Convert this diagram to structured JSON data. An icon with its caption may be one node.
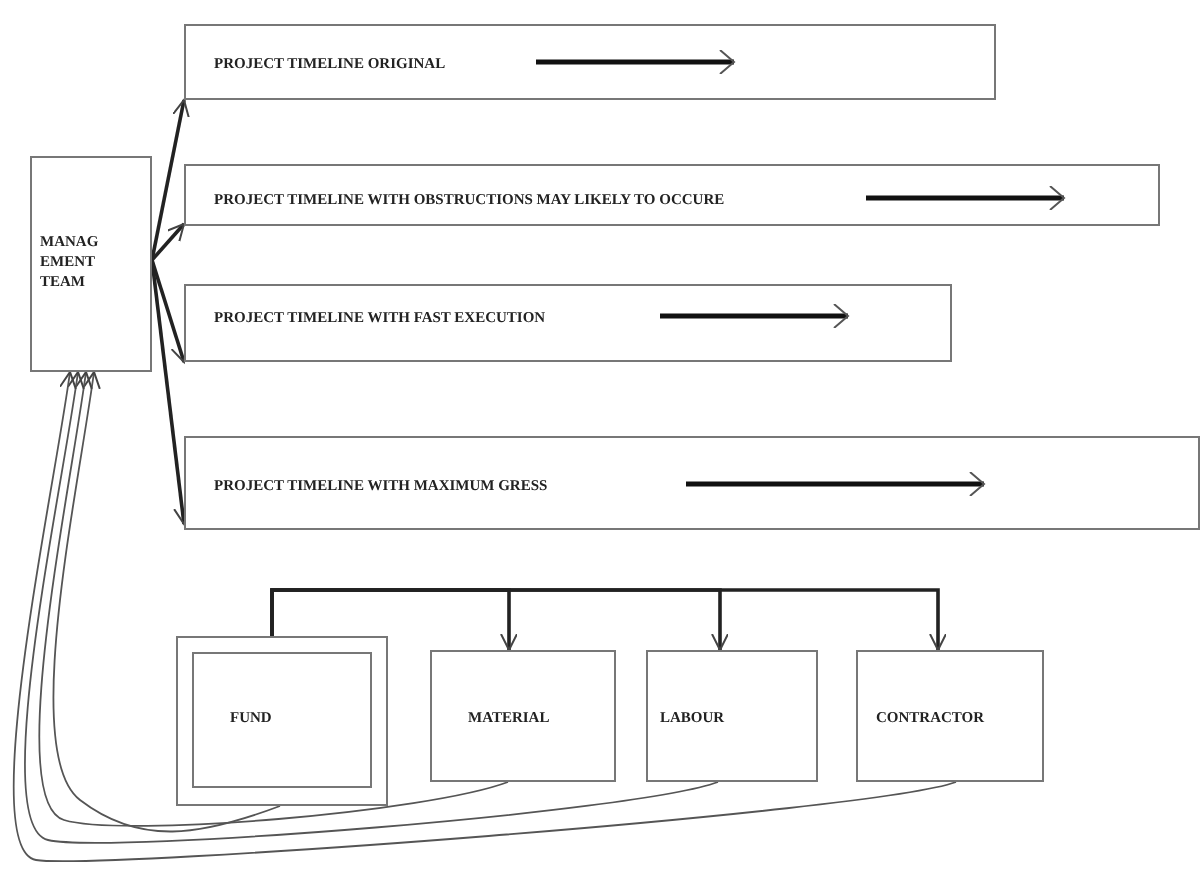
{
  "diagram": {
    "nodes": [
      {
        "text": [
          "MANAG EMENT TEAM"
        ]
      },
      {
        "text": [
          "PROJECT TIMELINE ORIGINAL"
        ]
      },
      {
        "text": [
          "PROJECT TIMELINE WITH OBSTRUCTIONS MAY LIKELY TO OCCURE"
        ]
      },
      {
        "text": [
          "PROJECT TIMELINE WITH FAST EXECUTION"
        ]
      },
      {
        "text": [
          "PROJECT TIMELINE WITH MAXIMUM GRESS"
        ]
      },
      {
        "text": [
          "FUND"
        ]
      },
      {
        "text": [
          "MATERIAL"
        ]
      },
      {
        "text": [
          "LABOUR"
        ]
      },
      {
        "text": [
          "CONTRACTOR"
        ]
      }
    ],
    "edges": [
      {
        "from": 0,
        "to": 1,
        "arrow": "to"
      },
      {
        "from": 0,
        "to": 2,
        "arrow": "to"
      },
      {
        "from": 0,
        "to": 3,
        "arrow": "to"
      },
      {
        "from": 0,
        "to": 4,
        "arrow": "to"
      },
      {
        "from": 5,
        "to": 6,
        "arrow": "to"
      },
      {
        "from": 5,
        "to": 7,
        "arrow": "to"
      },
      {
        "from": 5,
        "to": 8,
        "arrow": "to"
      },
      {
        "from": 5,
        "to": 0,
        "arrow": "to"
      },
      {
        "from": 6,
        "to": 0,
        "arrow": "to"
      },
      {
        "from": 7,
        "to": 0,
        "arrow": "to"
      },
      {
        "from": 8,
        "to": 0,
        "arrow": "to"
      }
    ]
  }
}
